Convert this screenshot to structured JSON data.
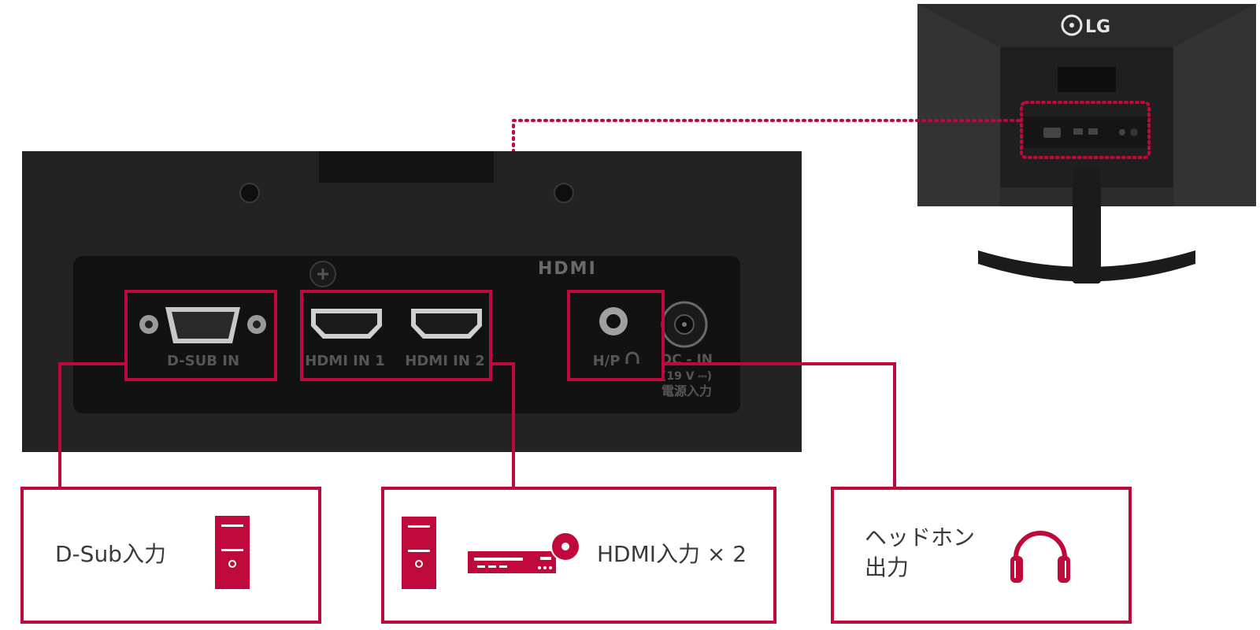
{
  "brand": {
    "logo_text": "LG",
    "accent_color": "#c0093b",
    "panel_color": "#232323"
  },
  "panel": {
    "hdmi_logo": "HDMI",
    "ports": [
      {
        "id": "dsub",
        "label": "D-SUB IN",
        "icon": "vga-port-icon"
      },
      {
        "id": "hdmi1",
        "label": "HDMI IN 1",
        "icon": "hdmi-port-icon"
      },
      {
        "id": "hdmi2",
        "label": "HDMI IN  2",
        "icon": "hdmi-port-icon"
      },
      {
        "id": "hp",
        "label": "H/P",
        "icon": "headphone-jack-icon"
      },
      {
        "id": "dc",
        "label": "DC - IN",
        "sub1": "(19 V ⎓)",
        "sub2": "電源入力",
        "icon": "dc-jack-icon"
      }
    ]
  },
  "callouts": [
    {
      "id": "dsub",
      "lines": [
        "D-Sub入力"
      ],
      "icon": "pc-tower-icon"
    },
    {
      "id": "hdmi",
      "lines": [
        "HDMI入力 × 2"
      ],
      "icons": [
        "pc-tower-icon",
        "dvd-player-icon"
      ]
    },
    {
      "id": "headphone",
      "lines": [
        "ヘッドホン",
        "出力"
      ],
      "icon": "headphones-icon"
    }
  ]
}
